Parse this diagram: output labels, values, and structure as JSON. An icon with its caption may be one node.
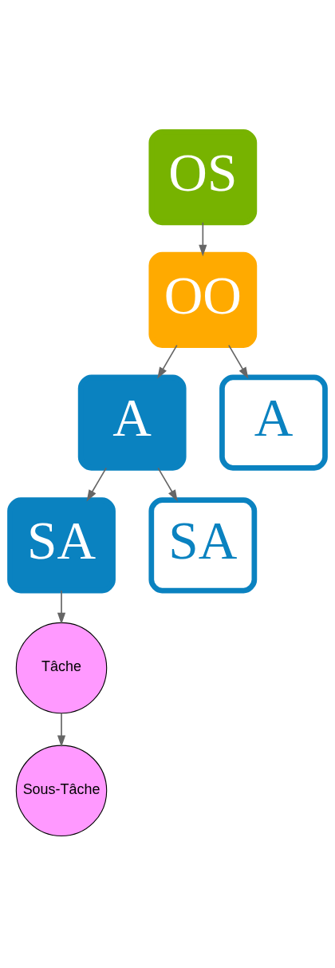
{
  "diagram": {
    "nodes": [
      {
        "text": [
          "OS"
        ]
      },
      {
        "text": [
          "OO"
        ]
      },
      {
        "text": [
          "A"
        ]
      },
      {
        "text": [
          "A"
        ]
      },
      {
        "text": [
          "SA"
        ]
      },
      {
        "text": [
          "SA"
        ]
      },
      {
        "text": [
          "Tâche"
        ]
      },
      {
        "text": [
          "Sous-Tâche"
        ]
      }
    ],
    "edges": [
      {
        "from": 0,
        "to": 1,
        "arrow": "to"
      },
      {
        "from": 1,
        "to": 2,
        "arrow": "to"
      },
      {
        "from": 1,
        "to": 3,
        "arrow": "to"
      },
      {
        "from": 2,
        "to": 4,
        "arrow": "to"
      },
      {
        "from": 2,
        "to": 5,
        "arrow": "to"
      },
      {
        "from": 4,
        "to": 6,
        "arrow": "to"
      },
      {
        "from": 6,
        "to": 7,
        "arrow": "to"
      }
    ]
  }
}
